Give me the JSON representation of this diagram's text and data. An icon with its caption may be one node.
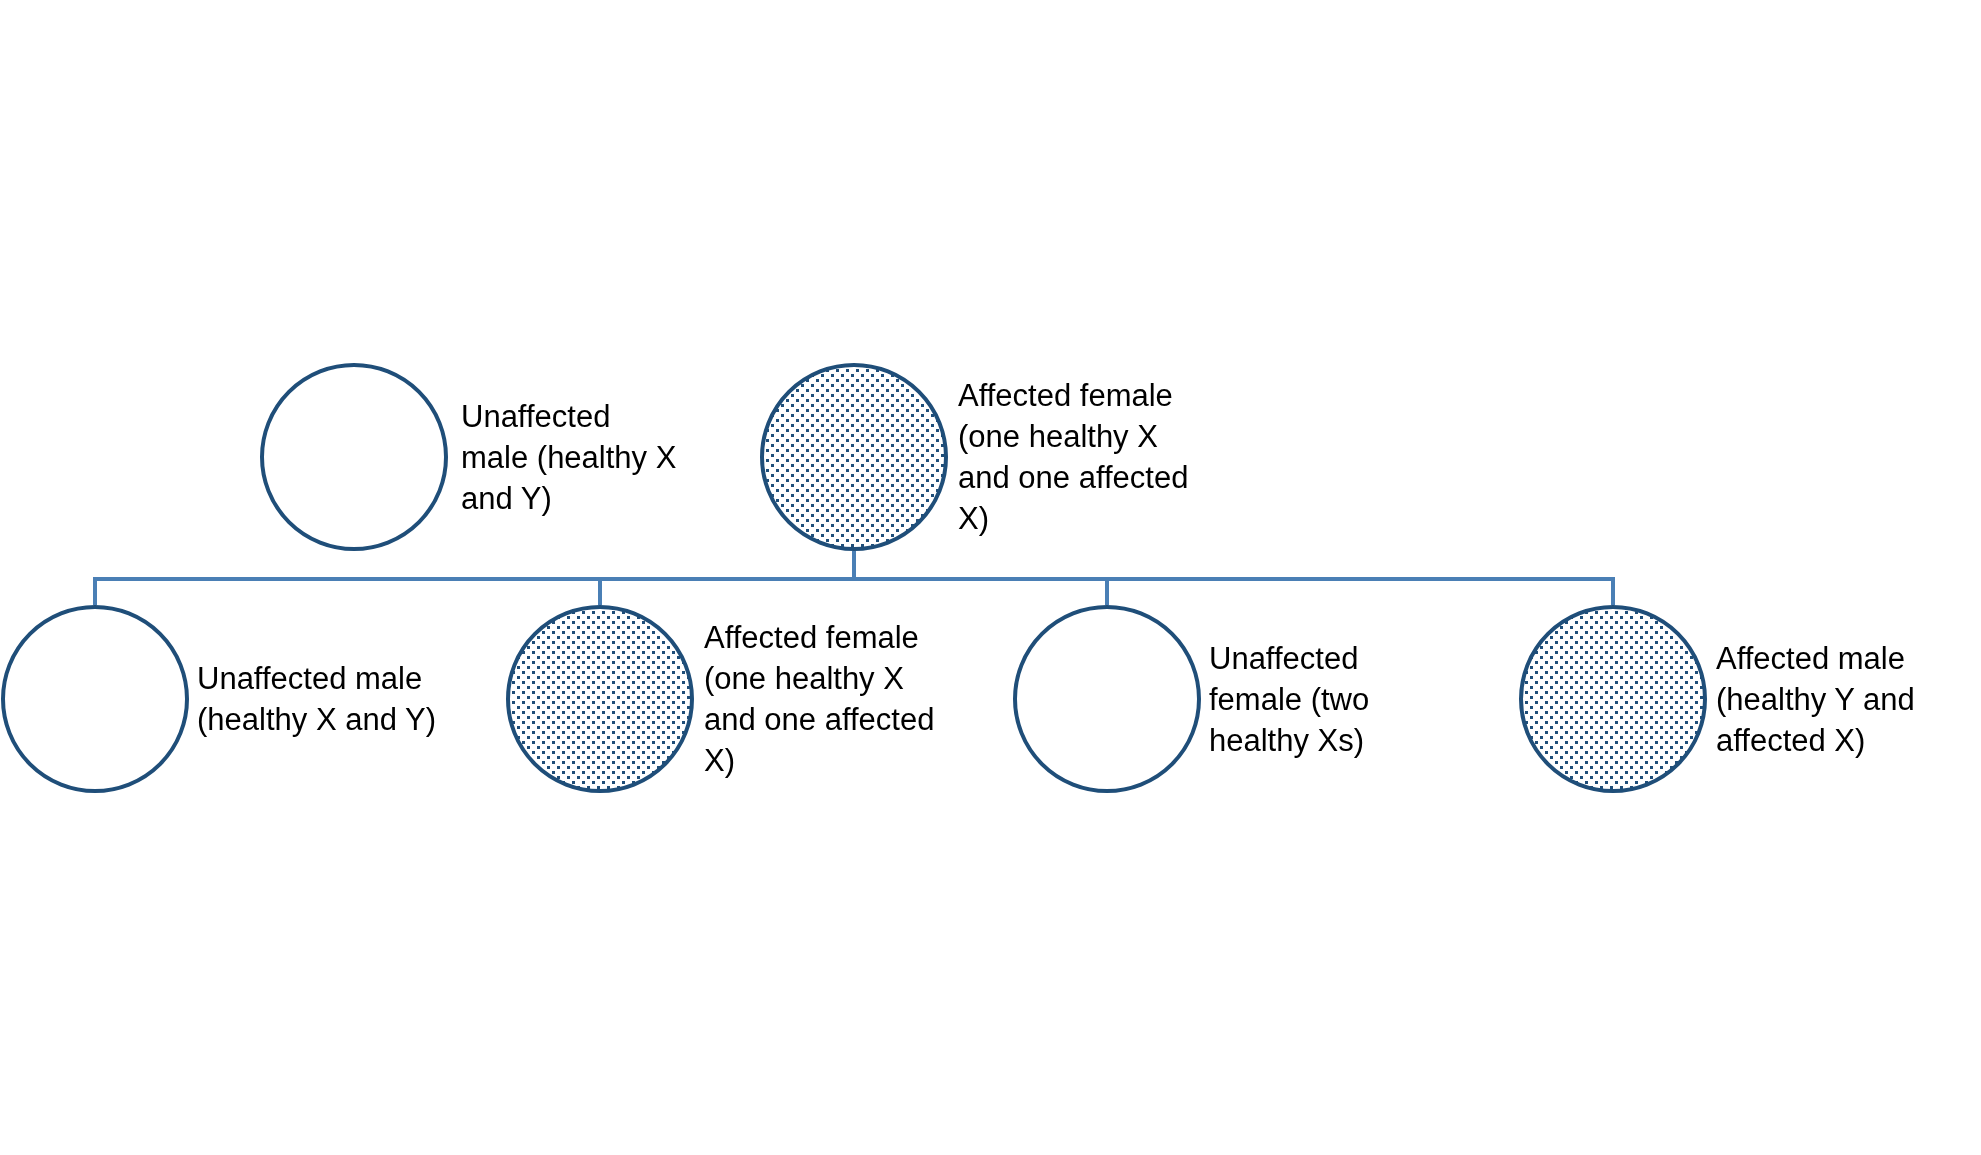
{
  "diagram": {
    "nodes": [
      {
        "text": [],
        "shape": "circle",
        "beside": [
          "Unaffected male (healthy X and Y)"
        ]
      },
      {
        "text": [],
        "shape": "circle",
        "beside": [
          "Affected female (one healthy X and one affected X)"
        ]
      },
      {
        "text": [],
        "shape": "circle",
        "beside": [
          "Unaffected male (healthy X and Y)"
        ]
      },
      {
        "text": [],
        "shape": "circle",
        "beside": [
          "Affected female (one healthy X and one affected X)"
        ]
      },
      {
        "text": [],
        "shape": "circle",
        "beside": [
          "Unaffected female (two healthy Xs)"
        ]
      },
      {
        "text": [],
        "shape": "circle",
        "beside": [
          "Affected male (healthy Y and affected X)"
        ]
      }
    ],
    "edges": [
      {
        "from": 1,
        "to": 2,
        "arrow": "none"
      },
      {
        "from": 1,
        "to": 3,
        "arrow": "none"
      },
      {
        "from": 1,
        "to": 4,
        "arrow": "none"
      },
      {
        "from": 1,
        "to": 5,
        "arrow": "none"
      }
    ]
  }
}
